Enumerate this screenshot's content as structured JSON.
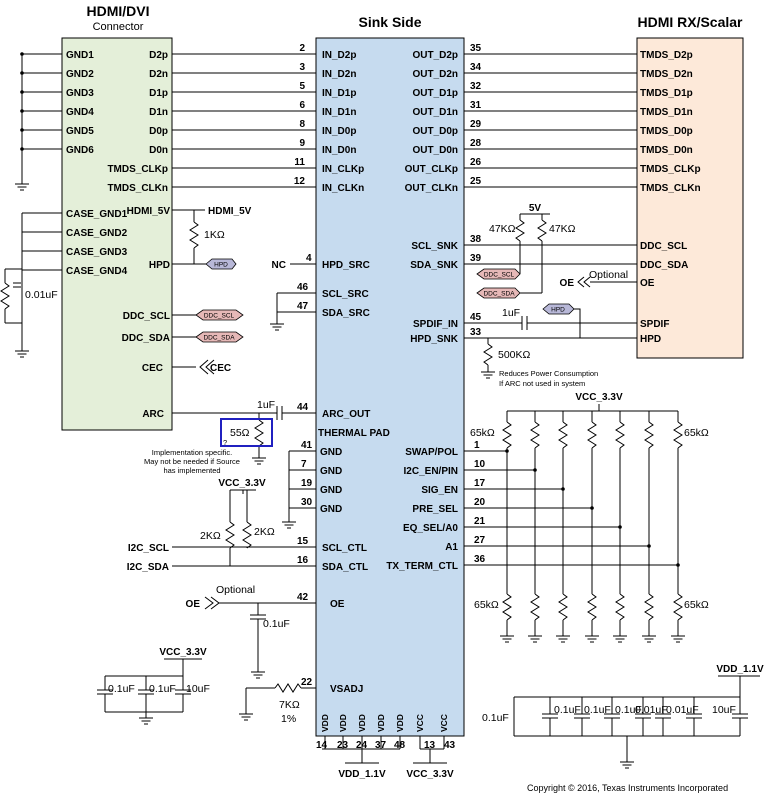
{
  "colors": {
    "hdmi_block": "#e4efd9",
    "sink_block": "#c6dbef",
    "rx_block": "#fde9d9",
    "tag_fill": "#e6b8b7",
    "hpd_tag_fill": "#b8b8d8",
    "highlight_box": "#2020c0"
  },
  "headers": {
    "hdmi_title": "HDMI/DVI",
    "hdmi_sub": "Connector",
    "sink_title": "Sink Side",
    "rx_title": "HDMI RX/Scalar"
  },
  "hdmi_gnd_pins": [
    "GND1",
    "GND2",
    "GND3",
    "GND4",
    "GND5",
    "GND6"
  ],
  "hdmi_case_pins": [
    "CASE_GND1",
    "CASE_GND2",
    "CASE_GND3",
    "CASE_GND4"
  ],
  "hdmi_signal_pins": [
    {
      "label": "D2p",
      "num": "2",
      "in": "IN_D2p",
      "out": "OUT_D2p",
      "onum": "35",
      "rx": "TMDS_D2p"
    },
    {
      "label": "D2n",
      "num": "3",
      "in": "IN_D2n",
      "out": "OUT_D2n",
      "onum": "34",
      "rx": "TMDS_D2n"
    },
    {
      "label": "D1p",
      "num": "5",
      "in": "IN_D1p",
      "out": "OUT_D1p",
      "onum": "32",
      "rx": "TMDS_D1p"
    },
    {
      "label": "D1n",
      "num": "6",
      "in": "IN_D1n",
      "out": "OUT_D1n",
      "onum": "31",
      "rx": "TMDS_D1n"
    },
    {
      "label": "D0p",
      "num": "8",
      "in": "IN_D0p",
      "out": "OUT_D0p",
      "onum": "29",
      "rx": "TMDS_D0p"
    },
    {
      "label": "D0n",
      "num": "9",
      "in": "IN_D0n",
      "out": "OUT_D0n",
      "onum": "28",
      "rx": "TMDS_D0n"
    },
    {
      "label": "TMDS_CLKp",
      "num": "11",
      "in": "IN_CLKp",
      "out": "OUT_CLKp",
      "onum": "26",
      "rx": "TMDS_CLKp"
    },
    {
      "label": "TMDS_CLKn",
      "num": "12",
      "in": "IN_CLKn",
      "out": "OUT_CLKn",
      "onum": "25",
      "rx": "TMDS_CLKn"
    }
  ],
  "hdmi_misc": {
    "hdmi_5v": "HDMI_5V",
    "hdmi_5v_net": "HDMI_5V",
    "r_1k": "1KΩ",
    "hpd": "HPD",
    "hpd_tag": "HPD",
    "ddc_scl": "DDC_SCL",
    "ddc_sda": "DDC_SDA",
    "ddc_scl_tag": "DDC_SCL",
    "ddc_sda_tag": "DDC_SDA",
    "cec": "CEC",
    "cec_net": "CEC",
    "arc": "ARC",
    "c_case": "0.01uF"
  },
  "sink_left": {
    "nc": "NC",
    "hpd_num": "4",
    "hpd_src": "HPD_SRC",
    "scl_src_num": "46",
    "scl_src": "SCL_SRC",
    "sda_src_num": "47",
    "sda_src": "SDA_SRC",
    "arc_out_num": "44",
    "arc_out": "ARC_OUT",
    "thermal_pad": "THERMAL PAD",
    "gnd_pins": [
      {
        "num": "41",
        "label": "GND"
      },
      {
        "num": "7",
        "label": "GND"
      },
      {
        "num": "19",
        "label": "GND"
      },
      {
        "num": "30",
        "label": "GND"
      }
    ],
    "scl_ctl_num": "15",
    "scl_ctl": "SCL_CTL",
    "sda_ctl_num": "16",
    "sda_ctl": "SDA_CTL",
    "oe_num": "42",
    "oe": "OE",
    "vsadj_num": "22",
    "vsadj": "VSADJ"
  },
  "sink_right": {
    "scl_snk_num": "38",
    "scl_snk": "SCL_SNK",
    "sda_snk_num": "39",
    "sda_snk": "SDA_SNK",
    "spdif_in_num": "45",
    "spdif_in": "SPDIF_IN",
    "hpd_snk_num": "33",
    "hpd_snk": "HPD_SNK",
    "cfg": [
      {
        "num": "1",
        "label": "SWAP/POL"
      },
      {
        "num": "10",
        "label": "I2C_EN/PIN"
      },
      {
        "num": "17",
        "label": "SIG_EN"
      },
      {
        "num": "20",
        "label": "PRE_SEL"
      },
      {
        "num": "21",
        "label": "EQ_SEL/A0"
      },
      {
        "num": "27",
        "label": "A1"
      },
      {
        "num": "36",
        "label": "TX_TERM_CTL"
      }
    ]
  },
  "supply_pins": {
    "vdd_labels": [
      "VDD",
      "VDD",
      "VDD",
      "VDD",
      "VDD"
    ],
    "vcc_labels": [
      "VCC",
      "VCC"
    ],
    "vdd_nums": [
      "14",
      "23",
      "24",
      "37",
      "48"
    ],
    "vcc_nums": [
      "13",
      "43"
    ],
    "vdd_net": "VDD_1.1V",
    "vcc_net": "VCC_3.3V"
  },
  "rx_pins": {
    "ddc_scl": "DDC_SCL",
    "ddc_sda": "DDC_SDA",
    "oe": "OE",
    "spdif": "SPDIF",
    "hpd": "HPD"
  },
  "passives": {
    "five_v": "5V",
    "r_47k_left": "47KΩ",
    "r_47k_right": "47KΩ",
    "ddc_scl_tag": "DDC_SCL",
    "ddc_sda_tag": "DDC_SDA",
    "oe_net": "OE",
    "optional": "Optional",
    "c_1uf_spdif": "1uF",
    "hpd_tag": "HPD",
    "r_500k": "500KΩ",
    "note_500k_1": "Reduces Power Consumption",
    "note_500k_2": "If ARC not used in system",
    "c_1uf_arc": "1uF",
    "r_55": "55Ω",
    "note_55_1": "Implementation specific.",
    "note_55_2": "May not be needed if Source",
    "note_55_3": "has implemented",
    "vcc_i2c": "VCC_3.3V",
    "r_2k_left": "2KΩ",
    "r_2k_right": "2KΩ",
    "i2c_scl": "I2C_SCL",
    "i2c_sda": "I2C_SDA",
    "oe_left": "OE",
    "optional_left": "Optional",
    "c_01uf_oe": "0.1uF",
    "r_7k": "7KΩ",
    "r_7k_tol": "1%",
    "vcc_cfg": "VCC_3.3V",
    "r_65k_tl": "65kΩ",
    "r_65k_tr": "65kΩ",
    "r_65k_bl": "65kΩ",
    "r_65k_br": "65kΩ"
  },
  "decoupling": {
    "vcc_net": "VCC_3.3V",
    "vcc_caps": [
      "0.1uF",
      "0.1uF",
      "10uF"
    ],
    "vdd_net": "VDD_1.1V",
    "vdd_caps": [
      "0.1uF",
      "0.1uF",
      "0.1uF",
      "0.1uF",
      "0.01uF",
      "0.01uF",
      "10uF"
    ]
  },
  "copyright": "Copyright © 2016, Texas Instruments Incorporated"
}
